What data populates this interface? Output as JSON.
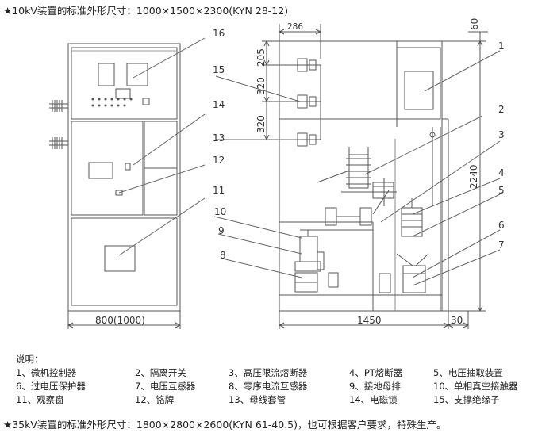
{
  "header": {
    "title": "★10kV装置的标准外形尺寸：1000×1500×2300(KYN 28-12)"
  },
  "dimensions": {
    "width_front": "800(1000)",
    "depth": "1450",
    "rear": "30",
    "top_width": "286",
    "top_offset": "60",
    "height": "2240",
    "spacing_1": "205",
    "spacing_2": "320",
    "spacing_3": "320"
  },
  "callouts": [
    "1",
    "2",
    "3",
    "4",
    "5",
    "6",
    "7",
    "8",
    "9",
    "10",
    "11",
    "12",
    "13",
    "14",
    "15",
    "16"
  ],
  "legend": {
    "heading": "说明：",
    "rows": [
      [
        "1、微机控制器",
        "2、隔离开关",
        "3、高压限流熔断器",
        "4、PT熔断器",
        "5、电压抽取装置"
      ],
      [
        "6、过电压保护器",
        "7、电压互感器",
        "8、零序电流互感器",
        "9、接地母排",
        "10、单相真空接触器"
      ],
      [
        "11、观察窗",
        "12、铭牌",
        "13、母线套管",
        "14、电磁锁",
        "15、支撑绝缘子"
      ]
    ]
  },
  "footer": {
    "note": "★35kV装置的标准外形尺寸：1800×2800×2600(KYN 61-40.5)，也可根据客户要求，特殊生产。"
  }
}
